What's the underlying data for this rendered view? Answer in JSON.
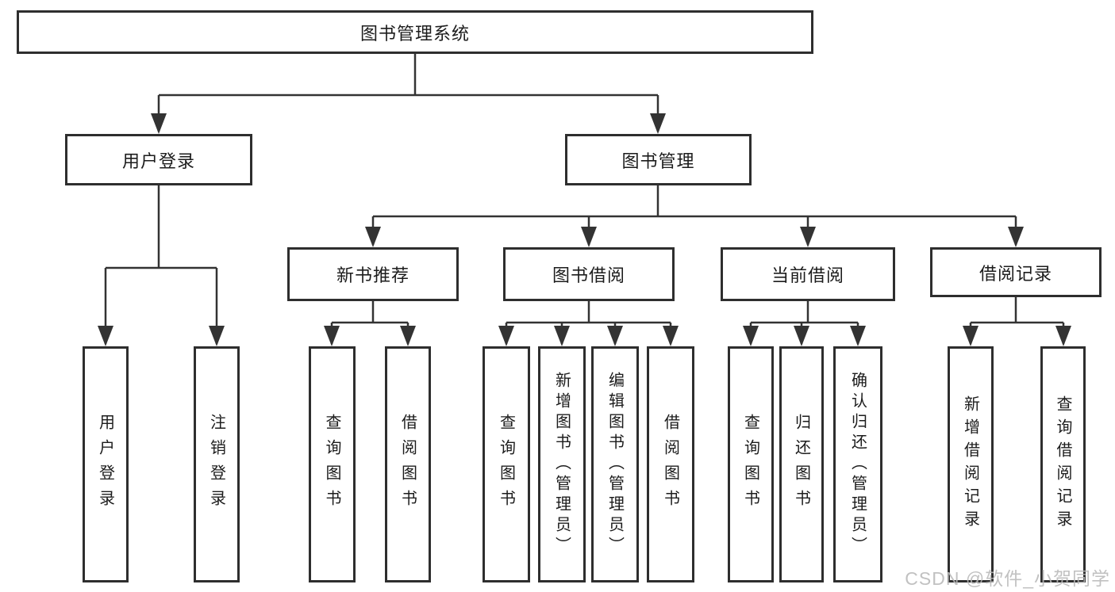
{
  "tree": {
    "label": "图书管理系统",
    "children": [
      {
        "label": "用户登录",
        "children": [
          {
            "label": "用户登录"
          },
          {
            "label": "注销登录"
          }
        ]
      },
      {
        "label": "图书管理",
        "children": [
          {
            "label": "新书推荐",
            "children": [
              {
                "label": "查询图书"
              },
              {
                "label": "借阅图书"
              }
            ]
          },
          {
            "label": "图书借阅",
            "children": [
              {
                "label": "查询图书"
              },
              {
                "label": "新增图书（管理员）"
              },
              {
                "label": "编辑图书（管理员）"
              },
              {
                "label": "借阅图书"
              }
            ]
          },
          {
            "label": "当前借阅",
            "children": [
              {
                "label": "查询图书"
              },
              {
                "label": "归还图书"
              },
              {
                "label": "确认归还（管理员）"
              }
            ]
          },
          {
            "label": "借阅记录",
            "children": [
              {
                "label": "新增借阅记录"
              },
              {
                "label": "查询借阅记录"
              }
            ]
          }
        ]
      }
    ]
  },
  "watermark": {
    "text": "CSDN @软件_小贺同学"
  },
  "colors": {
    "line": "#333333",
    "box_border": "#2e2e2e",
    "text": "#1c1c1c",
    "background": "#ffffff",
    "watermark": "#b8b8b8"
  }
}
